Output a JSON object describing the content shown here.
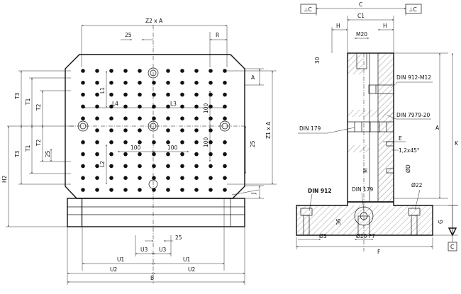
{
  "front_view": {
    "top_labels": {
      "z2_x_a": "Z2 x A",
      "a": "A",
      "dim_25_top": "25",
      "r": "R"
    },
    "left_labels": {
      "t3_upper": "T3",
      "t1_upper": "T1",
      "t2_upper": "T2",
      "t2_lower": "T2",
      "t1_lower": "T1",
      "t3_lower": "T3",
      "h2": "H2",
      "dim_25_left": "25"
    },
    "inner_labels": {
      "l1": "L1",
      "l4": "L4",
      "l3": "L3",
      "l2": "L2",
      "dim_100_v1": "100",
      "dim_100_v2": "100",
      "dim_100_h1": "100",
      "dim_100_h2": "100"
    },
    "right_labels": {
      "a_right": "A",
      "z1_x_a": "Z1 x A",
      "dim_25_right": "25",
      "j": "J"
    },
    "bottom_labels": {
      "dim_25_bottom": "25",
      "u3_left": "U3",
      "u3_right": "U3",
      "u1_left": "U1",
      "u1_right": "U1",
      "u2_left": "U2",
      "u2_right": "U2",
      "b": "B"
    }
  },
  "side_view": {
    "frame_left": "⊥C",
    "frame_right": "⊥C",
    "top_labels": {
      "c": "C",
      "c1": "C1",
      "h_left": "H",
      "h_right": "H",
      "m20": "M20",
      "dim_30": "30"
    },
    "callouts": {
      "din_912_m12": "DIN 912-M12",
      "din_7979_20": "DIN 7979-20",
      "din_179_left": "DIN 179",
      "din_179_bottom": "DIN 179",
      "din_912": "DIN 912",
      "chamfer": "1,2x45°",
      "e": "E",
      "d": "ØD",
      "m": "M",
      "dia_22": "Ø22",
      "dia_s": "ØS",
      "dia_20_f7": "Ø20 F7",
      "dim_36": "36"
    },
    "right_labels": {
      "a": "A",
      "k": "K",
      "g": "G"
    },
    "bottom_labels": {
      "f": "F",
      "datum_c": "C"
    }
  },
  "hole_grid": {
    "count_x": 11,
    "count_y": 11
  }
}
